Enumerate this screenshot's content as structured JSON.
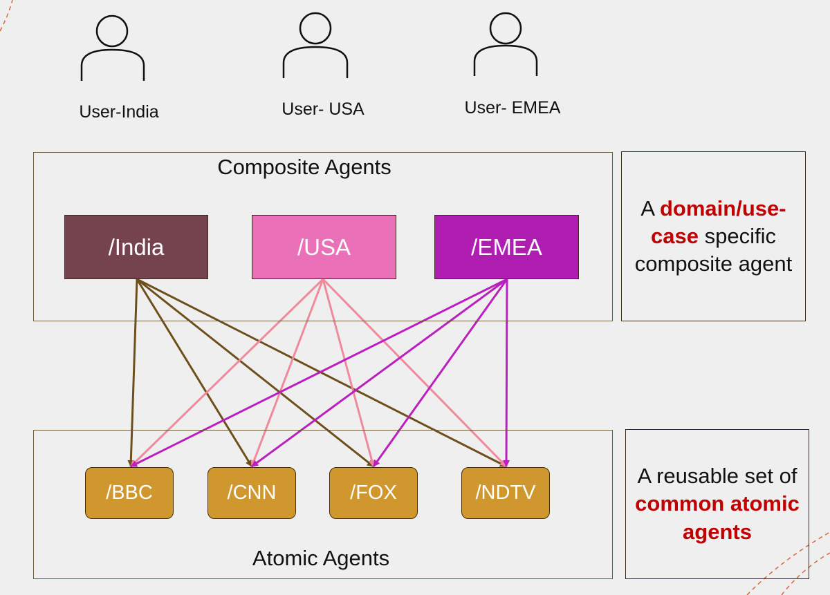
{
  "users": [
    {
      "id": "india",
      "label": "User-India"
    },
    {
      "id": "usa",
      "label": "User- USA"
    },
    {
      "id": "emea",
      "label": "User- EMEA"
    }
  ],
  "composite_group": {
    "title": "Composite Agents"
  },
  "composite_agents": [
    {
      "id": "india",
      "label": "/India",
      "color": "#74434d"
    },
    {
      "id": "usa",
      "label": "/USA",
      "color": "#ea70b8"
    },
    {
      "id": "emea",
      "label": "/EMEA",
      "color": "#b01db1"
    }
  ],
  "atomic_group": {
    "title": "Atomic Agents"
  },
  "atomic_agents": [
    {
      "id": "bbc",
      "label": "/BBC"
    },
    {
      "id": "cnn",
      "label": "/CNN"
    },
    {
      "id": "fox",
      "label": "/FOX"
    },
    {
      "id": "ndtv",
      "label": "/NDTV"
    }
  ],
  "atomic_color": "#d0972e",
  "edge_colors": {
    "india": "#6d4f1c",
    "usa": "#ef8a9c",
    "emea": "#bb1fbe"
  },
  "notes": {
    "composite": {
      "pre": "A ",
      "highlight": "domain/use-case",
      "post": " specific composite agent"
    },
    "atomic": {
      "pre": "A reusable set of ",
      "highlight": "common atomic agents",
      "post": ""
    }
  },
  "highlight_color": "#c00000"
}
